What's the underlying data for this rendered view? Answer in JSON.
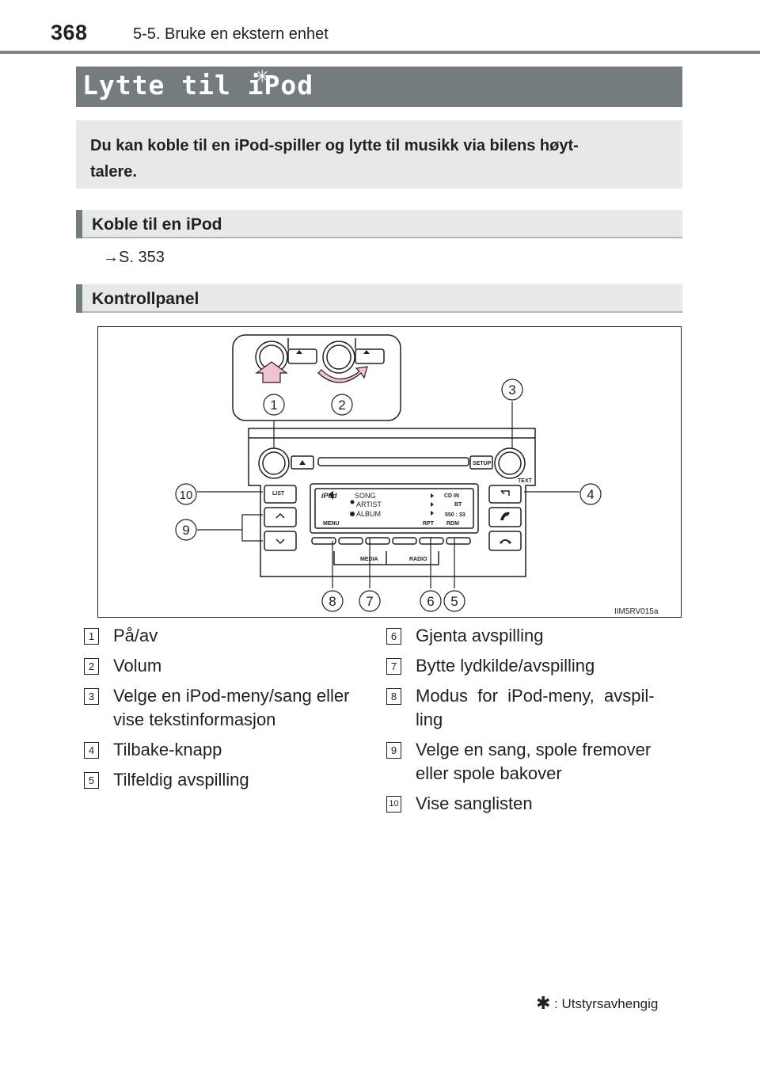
{
  "header": {
    "page_number": "368",
    "section": "5-5. Bruke en ekstern enhet"
  },
  "title": {
    "text": "Lytte til iPod",
    "star": "✳"
  },
  "intro": "Du kan koble til en iPod-spiller og lytte til musikk via bilens høyt-talere.",
  "intro_lines": [
    "Du kan koble til en iPod-spiller og lytte til musikk via bilens høyt-",
    "talere."
  ],
  "subheads": {
    "connect": "Koble til en iPod",
    "control": "Kontrollpanel"
  },
  "reference": "→S. 353",
  "diagram": {
    "image_code": "IIM5RV015a",
    "labels": {
      "list": "LIST",
      "setup": "SETUP",
      "text": "TEXT",
      "media": "MEDIA",
      "radio": "RADIO",
      "menu": "MENU",
      "rpt": "RPT",
      "rdm": "RDM",
      "ipod": "iPod",
      "song": "SONG",
      "artist": "ARTIST",
      "album": "ALBUM",
      "cdin": "CD IN",
      "time": "550 : 33",
      "bt": "BT"
    },
    "callout_numbers": [
      "1",
      "2",
      "3",
      "4",
      "5",
      "6",
      "7",
      "8",
      "9",
      "10"
    ]
  },
  "callouts_left": [
    {
      "num": "1",
      "lines": [
        "På/av"
      ]
    },
    {
      "num": "2",
      "lines": [
        "Volum"
      ]
    },
    {
      "num": "3",
      "lines": [
        "Velge en iPod-meny/sang eller",
        "vise tekstinformasjon"
      ]
    },
    {
      "num": "4",
      "lines": [
        "Tilbake-knapp"
      ]
    },
    {
      "num": "5",
      "lines": [
        "Tilfeldig avspilling"
      ]
    }
  ],
  "callouts_right": [
    {
      "num": "6",
      "lines": [
        "Gjenta avspilling"
      ]
    },
    {
      "num": "7",
      "lines": [
        "Bytte lydkilde/avspilling"
      ]
    },
    {
      "num": "8",
      "lines": [
        "Modus  for  iPod-meny,  avspil-",
        "ling"
      ]
    },
    {
      "num": "9",
      "lines": [
        "Velge en sang, spole fremover",
        "eller spole bakover"
      ]
    },
    {
      "num": "10",
      "lines": [
        "Vise sanglisten"
      ]
    }
  ],
  "footnote": {
    "star": "✱",
    "text": ": Utstyrsavhengig"
  }
}
